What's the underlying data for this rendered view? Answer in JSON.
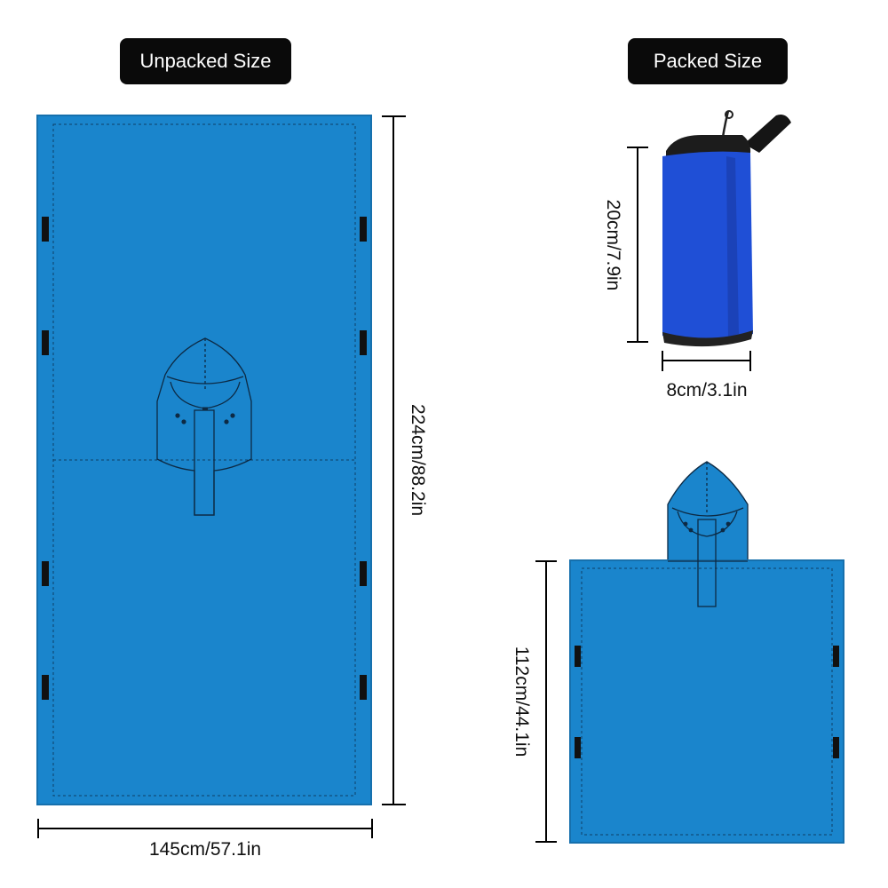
{
  "labels": {
    "unpacked_title": "Unpacked Size",
    "packed_title": "Packed Size"
  },
  "dimensions": {
    "unpacked_length": "224cm/88.2in",
    "unpacked_width": "145cm/57.1in",
    "packed_height": "20cm/7.9in",
    "packed_width": "8cm/3.1in",
    "poncho_length": "112cm/44.1in"
  },
  "colors": {
    "fabric": "#1a85cc",
    "fabric_edge": "#1670ad",
    "bag": "#1f4fd6",
    "clip": "#111111",
    "line": "#000000"
  }
}
